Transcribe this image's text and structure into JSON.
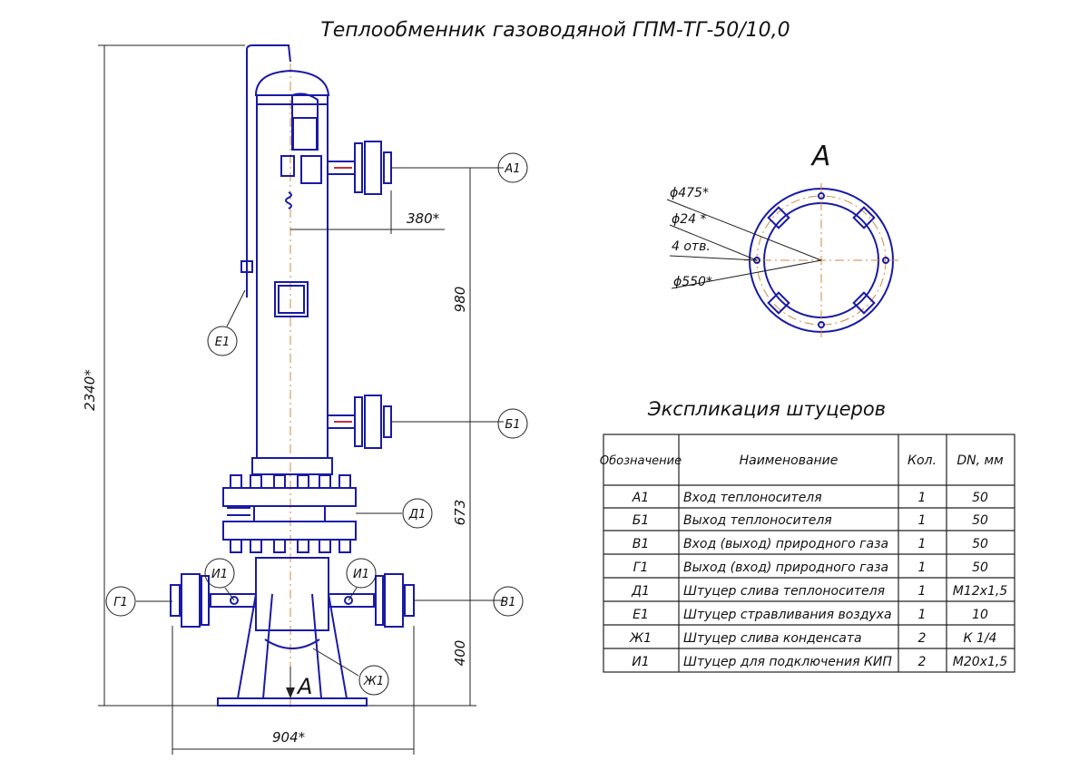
{
  "title": "Теплообменник газоводяной ГПМ-ТГ-50/10,0",
  "view_label": "A",
  "dimensions": {
    "height_total": "2340*",
    "d980": "980",
    "d673": "673",
    "d400": "400",
    "d380": "380*",
    "d904": "904*",
    "view_a_d475": "ϕ475*",
    "view_a_d24": "ϕ24 *",
    "view_a_holes": "4 отв.",
    "view_a_d550": "ϕ550*"
  },
  "callouts": {
    "a1": "А1",
    "b1": "Б1",
    "v1": "В1",
    "g1": "Г1",
    "d1": "Д1",
    "e1": "Е1",
    "zh1": "Ж1",
    "i1_left": "И1",
    "i1_right": "И1"
  },
  "table": {
    "caption": "Экспликация штуцеров",
    "headers": [
      "Обозначение",
      "Наименование",
      "Кол.",
      "DN, мм"
    ],
    "rows": [
      [
        "А1",
        "Вход теплоносителя",
        "1",
        "50"
      ],
      [
        "Б1",
        "Выход  теплоносителя",
        "1",
        "50"
      ],
      [
        "В1",
        "Вход (выход) природного газа",
        "1",
        "50"
      ],
      [
        "Г1",
        "Выход (вход) природного газа",
        "1",
        "50"
      ],
      [
        "Д1",
        "Штуцер слива теплоносителя",
        "1",
        "М12х1,5"
      ],
      [
        "Е1",
        "Штуцер стравливания воздуха",
        "1",
        "10"
      ],
      [
        "Ж1",
        "Штуцер слива конденсата",
        "2",
        "К 1/4"
      ],
      [
        "И1",
        "Штуцер для подключения КИП",
        "2",
        "М20х1,5"
      ]
    ]
  },
  "colors": {
    "outline": "#1a1aa6",
    "axis": "#d08a3c",
    "text": "#111111"
  }
}
